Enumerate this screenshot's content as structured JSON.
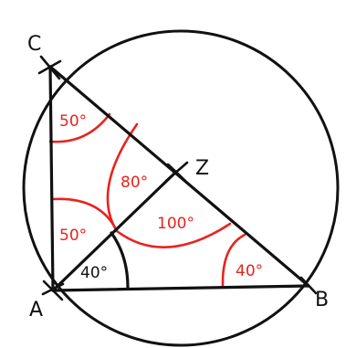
{
  "points": {
    "A": "A",
    "B": "B",
    "C": "C",
    "Z": "Z"
  },
  "angles": {
    "c": "50°",
    "a_upper": "50°",
    "a_lower": "40°",
    "b": "40°",
    "z_left": "80°",
    "z_right": "100°"
  },
  "colors": {
    "ink": "#111111",
    "accent": "#e8231f"
  }
}
